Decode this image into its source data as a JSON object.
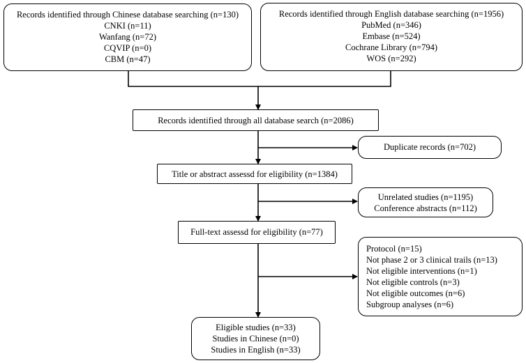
{
  "chinese_search": {
    "title": "Records identified through Chinese database searching (n=130)",
    "items": [
      "CNKI (n=11)",
      "Wanfang (n=72)",
      "CQVIP (n=0)",
      "CBM (n=47)"
    ]
  },
  "english_search": {
    "title": "Records identified through English database searching (n=1956)",
    "items": [
      "PubMed (n=346)",
      "Embase (n=524)",
      "Cochrane Library (n=794)",
      "WOS (n=292)"
    ]
  },
  "all_records": "Records identified through all database search (n=2086)",
  "duplicates": "Duplicate records (n=702)",
  "title_abstract": "Title or abstract assessd for eligibility (n=1384)",
  "excluded_screening": [
    "Unrelated studies (n=1195)",
    "Conference abstracts (n=112)"
  ],
  "full_text": "Full-text assessd for eligibility (n=77)",
  "excluded_fulltext": [
    "Protocol (n=15)",
    "Not phase 2 or 3 clinical trails (n=13)",
    "Not eligible interventions (n=1)",
    "Not eligible controls  (n=3)",
    "Not eligible outcomes (n=6)",
    "Subgroup analyses (n=6)"
  ],
  "eligible": [
    "Eligible studies (n=33)",
    "Studies in Chinese (n=0)",
    "Studies in English (n=33)"
  ]
}
